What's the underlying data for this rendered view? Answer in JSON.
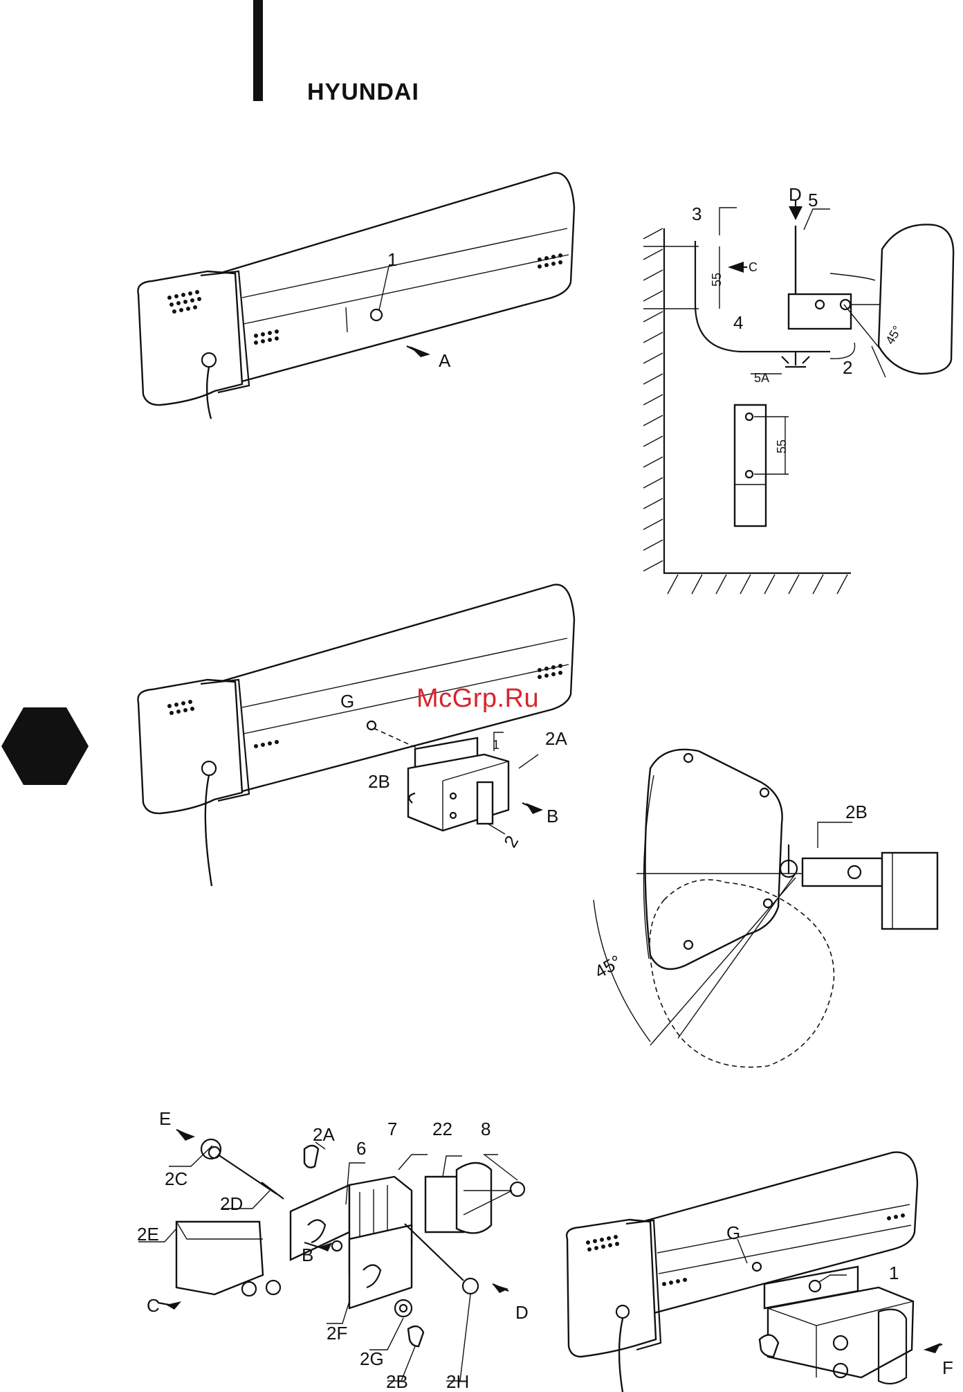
{
  "header": {
    "brand": "HYUNDAI"
  },
  "watermark": "McGrp.Ru",
  "figure1": {
    "labels": {
      "part1": "1",
      "arrowA": "A"
    }
  },
  "figure2": {
    "labels": {
      "D": "D",
      "part5": "5",
      "part3": "3",
      "C": "C",
      "dim55": "55",
      "part4": "4",
      "part5A": "5A",
      "part2": "2",
      "angle": "45°",
      "dim55b": "55"
    }
  },
  "figure3": {
    "labels": {
      "G": "G",
      "part1": "1",
      "part2A": "2A",
      "part2B": "2B",
      "B": "B",
      "part2": "2"
    }
  },
  "figure4": {
    "labels": {
      "part2B": "2B",
      "angle": "45°"
    }
  },
  "figure5": {
    "labels": {
      "E": "E",
      "p2C": "2C",
      "p2A": "2A",
      "p6": "6",
      "p7": "7",
      "p22": "22",
      "p8": "8",
      "p2D": "2D",
      "p2E": "2E",
      "C": "C",
      "B": "B",
      "p2F": "2F",
      "p2G": "2G",
      "p2B": "2B",
      "p2H": "2H",
      "D": "D"
    }
  },
  "figure6": {
    "labels": {
      "G": "G",
      "part1": "1",
      "F": "F"
    }
  }
}
